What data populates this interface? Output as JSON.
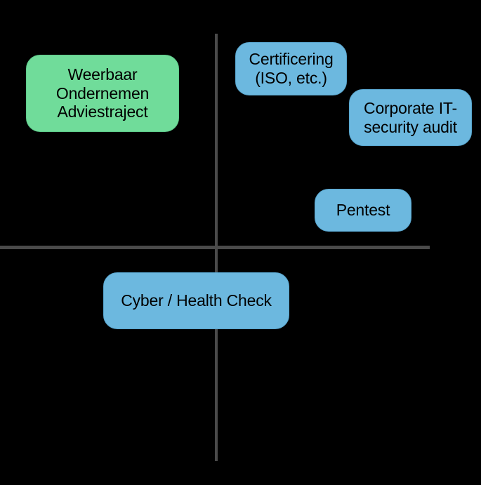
{
  "diagram": {
    "background_color": "#000000",
    "axes": {
      "color": "#4a4a4a",
      "horizontal_name": "horizontal-axis",
      "vertical_name": "vertical-axis"
    },
    "nodes": [
      {
        "id": "weerbaar-ondernemen-adviestraject",
        "label": "Weerbaar\nOndernemen\nAdviestraject",
        "color": "#70DC9A",
        "text_color": "#000000",
        "quadrant": "top-left"
      },
      {
        "id": "certificering",
        "label": "Certificering\n(ISO, etc.)",
        "color": "#6CB8DF",
        "text_color": "#000000",
        "quadrant": "top-right"
      },
      {
        "id": "corporate-it-security-audit",
        "label": "Corporate IT-\nsecurity audit",
        "color": "#6CB8DF",
        "text_color": "#000000",
        "quadrant": "top-right"
      },
      {
        "id": "pentest",
        "label": "Pentest",
        "color": "#6CB8DF",
        "text_color": "#000000",
        "quadrant": "top-right"
      },
      {
        "id": "cyber-health-check",
        "label": "Cyber / Health Check",
        "color": "#6CB8DF",
        "text_color": "#000000",
        "quadrant": "bottom-center"
      }
    ]
  }
}
